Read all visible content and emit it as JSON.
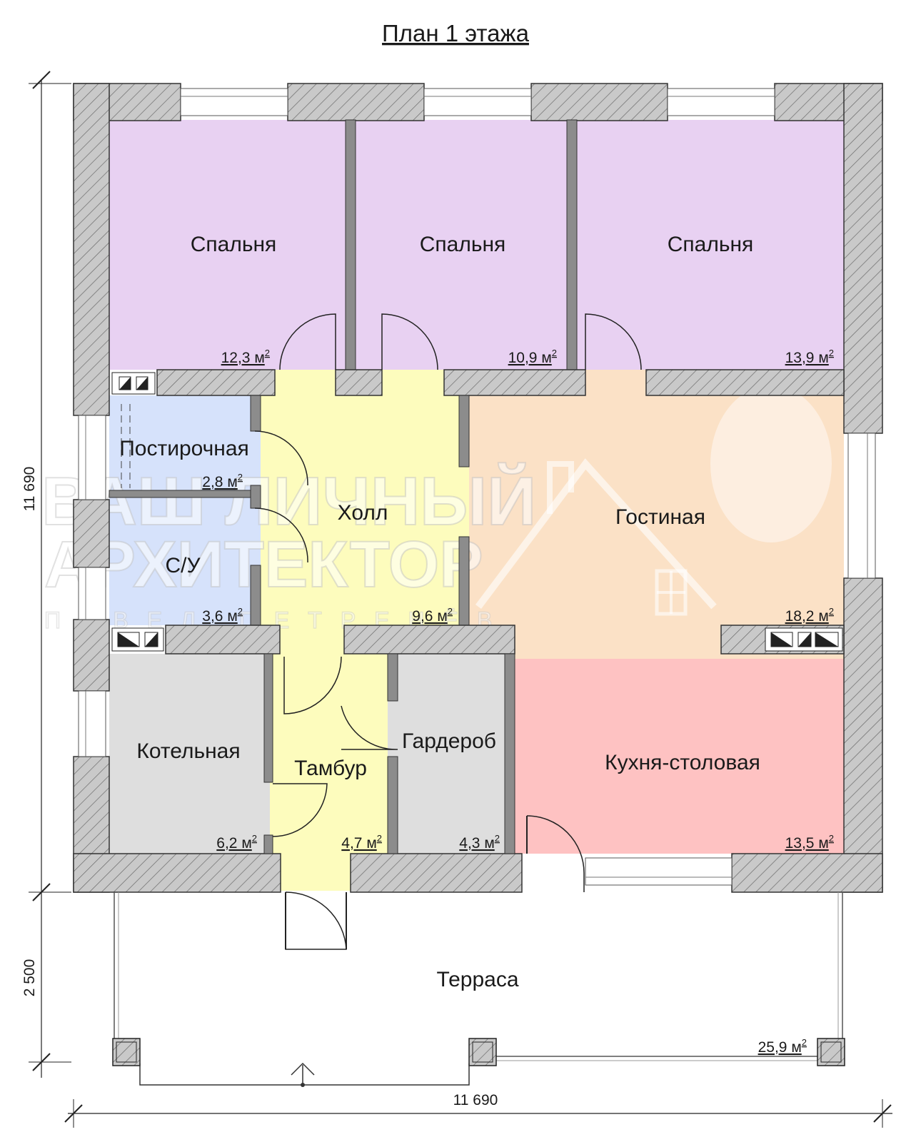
{
  "title": "План 1 этажа",
  "rooms": {
    "bedroom1": {
      "name": "Спальня",
      "area": "12,3 м",
      "unit_sup": "2"
    },
    "bedroom2": {
      "name": "Спальня",
      "area": "10,9 м",
      "unit_sup": "2"
    },
    "bedroom3": {
      "name": "Спальня",
      "area": "13,9 м",
      "unit_sup": "2"
    },
    "laundry": {
      "name": "Постирочная",
      "area": "2,8 м",
      "unit_sup": "2"
    },
    "wc": {
      "name": "С/У",
      "area": "3,6 м",
      "unit_sup": "2"
    },
    "hall": {
      "name": "Холл",
      "area": "9,6 м",
      "unit_sup": "2"
    },
    "living": {
      "name": "Гостиная",
      "area": "18,2 м",
      "unit_sup": "2"
    },
    "boiler": {
      "name": "Котельная",
      "area": "6,2 м",
      "unit_sup": "2"
    },
    "vestibule": {
      "name": "Тамбур",
      "area": "4,7 м",
      "unit_sup": "2"
    },
    "wardrobe": {
      "name": "Гардероб",
      "area": "4,3 м",
      "unit_sup": "2"
    },
    "kitchen": {
      "name": "Кухня-столовая",
      "area": "13,5 м",
      "unit_sup": "2"
    },
    "terrace": {
      "name": "Терраса",
      "area": "25,9 м",
      "unit_sup": "2"
    }
  },
  "dimensions": {
    "height_house": "11 690",
    "height_terrace": "2 500",
    "width": "11 690"
  },
  "watermark": {
    "line1": "ВАШ ЛИЧНЫЙ",
    "line2": "АРХИТЕКТОР",
    "line3": "ПАВЕЛ ПЕТРЕНЁВ"
  },
  "colors": {
    "bedroom": "#e8d1f2",
    "wet": "#d6e2fb",
    "hall": "#fdfcbd",
    "living": "#fbe1c6",
    "service": "#dedede",
    "kitchen": "#fec2c2",
    "terrace": "#ffffff"
  }
}
